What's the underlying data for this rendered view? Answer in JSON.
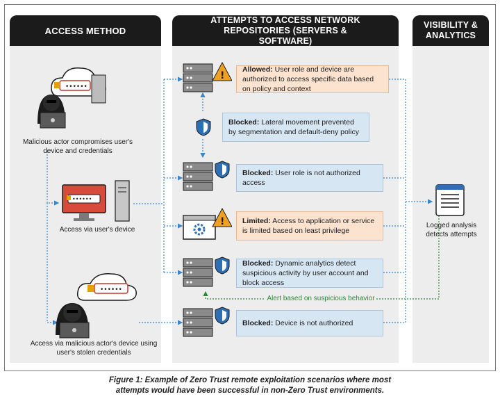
{
  "columns": {
    "access_method": "ACCESS METHOD",
    "attempts": "ATTEMPTS TO ACCESS NETWORK REPOSITORIES (SERVERS & SOFTWARE)",
    "visibility": "VISIBILITY & ANALYTICS"
  },
  "access_methods": [
    {
      "label": "Malicious actor compromises user's device and credentials"
    },
    {
      "label": "Access via user's device"
    },
    {
      "label": "Access via malicious actor's device using user's stolen credentials"
    }
  ],
  "password_mask": "••••••",
  "attempts": [
    {
      "status": "Allowed:",
      "text": "User role and device are authorized to access specific data based on policy and context"
    },
    {
      "status": "Blocked:",
      "text": "Lateral movement prevented by segmentation and default-deny policy"
    },
    {
      "status": "Blocked:",
      "text": "User role is not authorized access"
    },
    {
      "status": "Limited:",
      "text": "Access to application or service is limited based on least privilege"
    },
    {
      "status": "Blocked:",
      "text": "Dynamic analytics detect suspicious activity by user account and block access"
    },
    {
      "status": "Blocked:",
      "text": "Device is not authorized"
    }
  ],
  "alert_label": "Alert based on suspicious behavior",
  "analytics_label": "Logged analysis detects attempts",
  "caption": "Figure 1: Example of Zero Trust remote exploitation scenarios where most attempts would have been successful in non-Zero Trust environments.",
  "colors": {
    "allowed": "#fbe3cf",
    "blocked": "#d7e6f3",
    "header": "#1b1b1b",
    "dotted_line": "#3d86c6",
    "alert_line": "#2a8a3a"
  }
}
